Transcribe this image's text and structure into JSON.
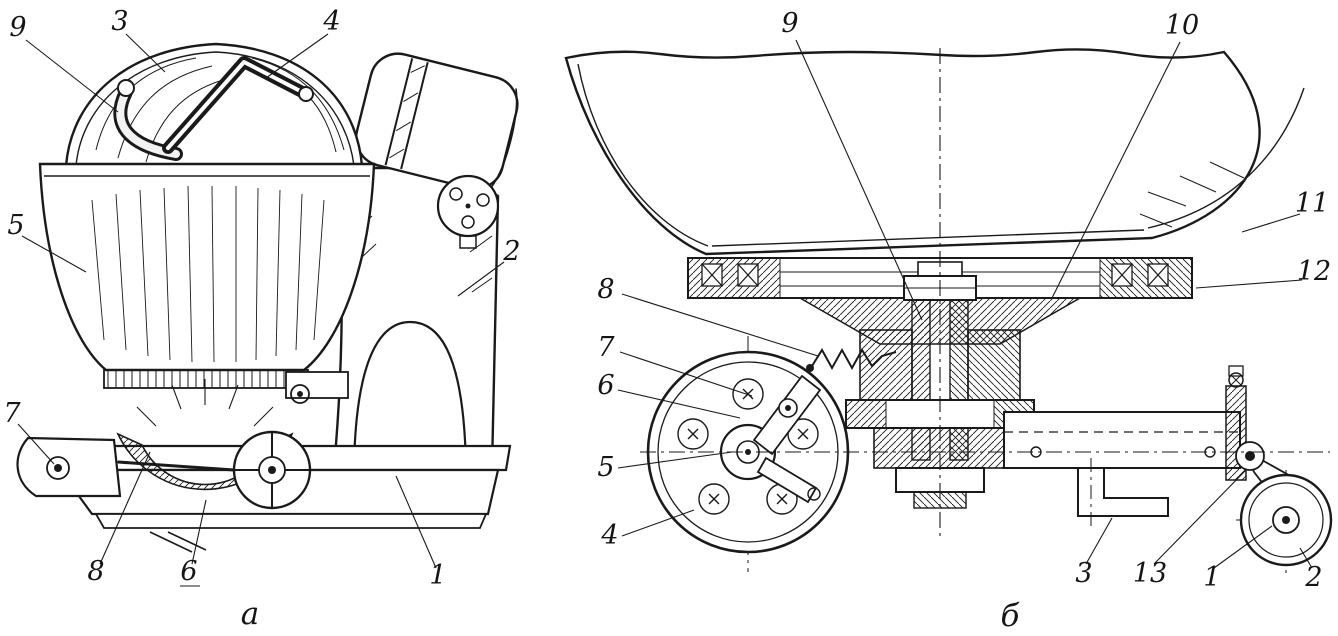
{
  "colors": {
    "ink": "#1a1a1a",
    "paper": "#ffffff"
  },
  "figure_a": {
    "caption": "а",
    "callouts": [
      "9",
      "3",
      "4",
      "5",
      "2",
      "7",
      "8",
      "6",
      "1"
    ]
  },
  "figure_b": {
    "caption": "б",
    "callouts": [
      "9",
      "10",
      "11",
      "12",
      "8",
      "7",
      "6",
      "5",
      "4",
      "3",
      "13",
      "1",
      "2"
    ]
  }
}
